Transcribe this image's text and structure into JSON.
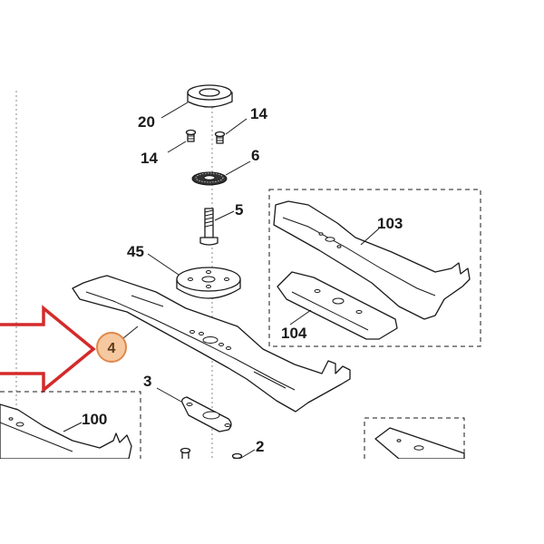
{
  "colors": {
    "arrow": "#d42a2a",
    "callout_fill": "#f6c8a0",
    "callout_stroke": "#e0884a",
    "line": "#1a1a1a"
  },
  "parts": {
    "p20": "20",
    "p14a": "14",
    "p14b": "14",
    "p6": "6",
    "p5": "5",
    "p45": "45",
    "p103": "103",
    "p104": "104",
    "p4": "4",
    "p3": "3",
    "p100": "100",
    "p2": "2"
  },
  "icons": {
    "pointer": "arrow-right-icon"
  }
}
